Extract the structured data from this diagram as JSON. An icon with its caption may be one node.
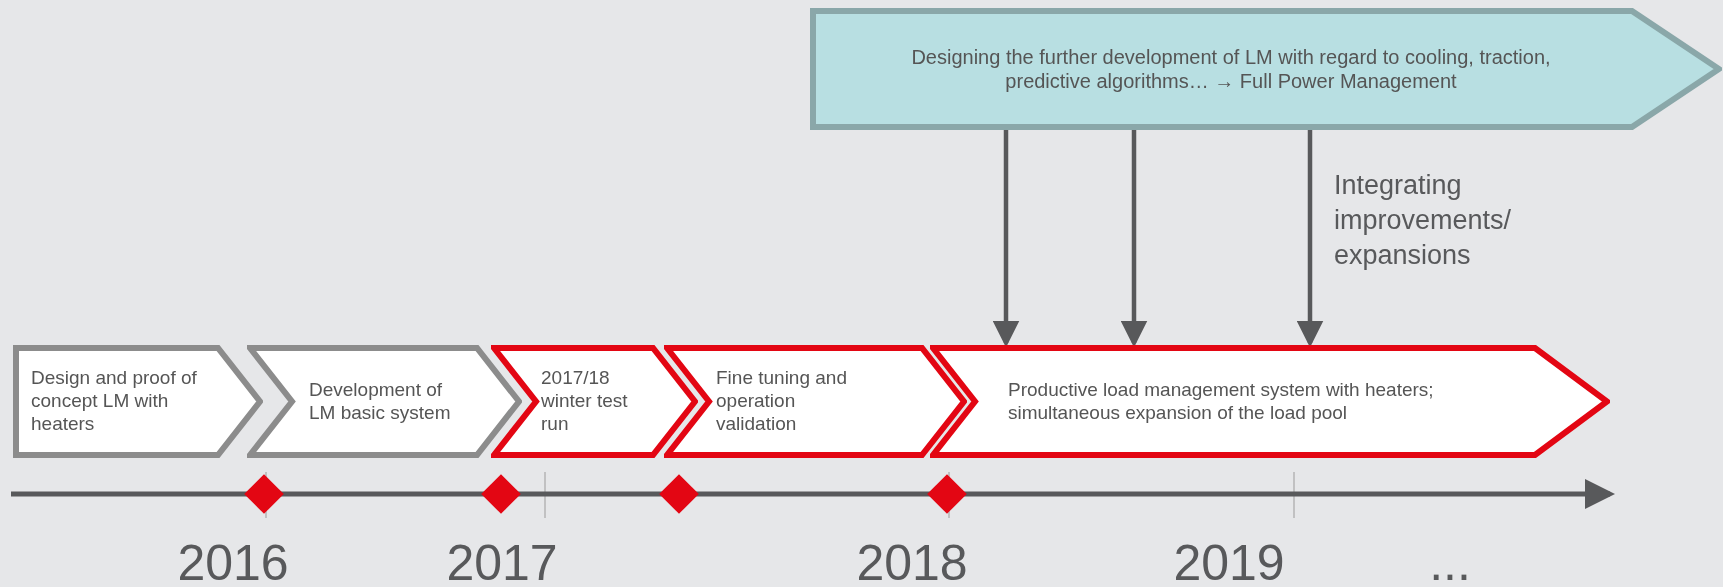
{
  "diagram": {
    "nodes": [
      {
        "text": [
          "Designing the further development of LM with regard to cooling, traction, predictive algorithms… → Full Power Management"
        ]
      },
      {
        "text": [
          "Design and proof of  concept LM with heaters"
        ]
      },
      {
        "text": [
          "Development  of LM basic system"
        ]
      },
      {
        "text": [
          "2017/18 winter test run"
        ]
      },
      {
        "text": [
          "Fine tuning and operation validation"
        ]
      },
      {
        "text": [
          "Productive load management system with heaters; simultaneous expansion of the load pool"
        ]
      }
    ],
    "edges": [
      {
        "from": 0,
        "to": 5,
        "arrow": "to"
      },
      {
        "from": 0,
        "to": 5,
        "arrow": "to"
      },
      {
        "from": 0,
        "to": 5,
        "arrow": "to",
        "label": "Integrating improvements/ expansions"
      }
    ],
    "labels": [
      "2016",
      "2017",
      "2018",
      "2019",
      "..."
    ]
  }
}
